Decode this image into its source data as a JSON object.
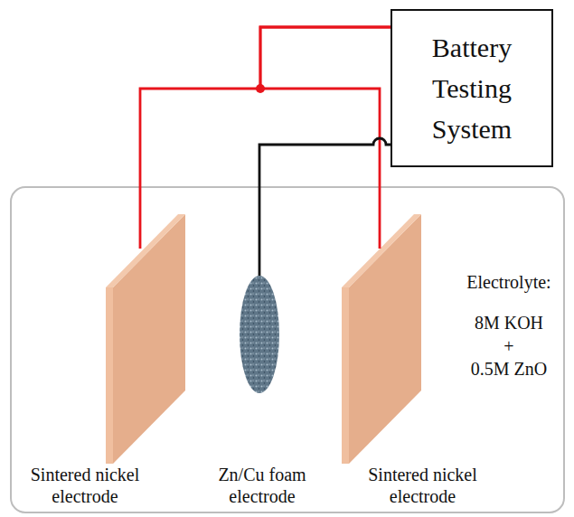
{
  "diagram": {
    "nodes": [
      {
        "text": [
          "Battery Testing System"
        ]
      },
      {
        "text": [
          "Sintered nickel electrode"
        ]
      },
      {
        "text": [
          "Zn/Cu foam electrode"
        ]
      },
      {
        "text": [
          "Sintered nickel electrode"
        ]
      }
    ],
    "edges": [
      {
        "from": 0,
        "to": 1,
        "arrow": "none"
      },
      {
        "from": 0,
        "to": 3,
        "arrow": "none"
      },
      {
        "from": 0,
        "to": 2,
        "arrow": "none"
      }
    ],
    "labels": [
      "Electrolyte:",
      "8M KOH",
      "+",
      "0.5M ZnO"
    ]
  }
}
